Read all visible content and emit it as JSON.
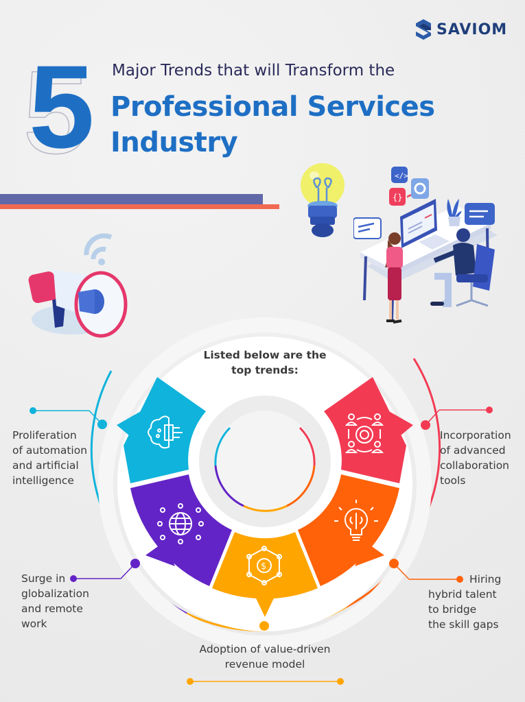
{
  "brand": {
    "name": "SAVIOM",
    "logo_icon": "saviom-s-logo-icon",
    "color": "#1f3f7a"
  },
  "header": {
    "number": "5",
    "subtitle": "Major Trends that will Transform the",
    "title_line1": "Professional Services",
    "title_line2": "Industry",
    "title_color": "#1e6fc4",
    "divider_colors": [
      "#6068a8",
      "#f06a52"
    ]
  },
  "illustrations": [
    {
      "name": "lightbulb-illustration"
    },
    {
      "name": "office-workers-at-desk-illustration"
    },
    {
      "name": "megaphone-illustration"
    }
  ],
  "wheel": {
    "heading": "Listed below are the top trends:",
    "heading_line1": "Listed below are the",
    "heading_line2": "top trends:",
    "trends": [
      {
        "id": 1,
        "label": "Proliferation of automation and artificial intelligence",
        "lines": [
          "Proliferation",
          "of automation",
          "and artificial",
          "intelligence"
        ],
        "icon": "ai-brain-chip-icon",
        "color": "#0fb3db"
      },
      {
        "id": 2,
        "label": "Incorporation of advanced collaboration tools",
        "lines": [
          "Incorporation",
          "of advanced",
          "collaboration",
          "tools"
        ],
        "icon": "team-collaboration-icon",
        "color": "#f23b53"
      },
      {
        "id": 3,
        "label": "Hiring hybrid talent to bridge the skill gaps",
        "lines": [
          "Hiring",
          "hybrid talent",
          "to bridge",
          "the skill gaps"
        ],
        "icon": "brain-lightbulb-icon",
        "color": "#ff6208"
      },
      {
        "id": 4,
        "label": "Adoption of value-driven revenue model",
        "lines": [
          "Adoption of value-driven",
          "revenue model"
        ],
        "icon": "dollar-network-icon",
        "color": "#ffa500"
      },
      {
        "id": 5,
        "label": "Surge in globalization and remote work",
        "lines": [
          "Surge in",
          "globalization",
          "and remote",
          "work"
        ],
        "icon": "globe-network-icon",
        "color": "#6224c6"
      }
    ]
  }
}
